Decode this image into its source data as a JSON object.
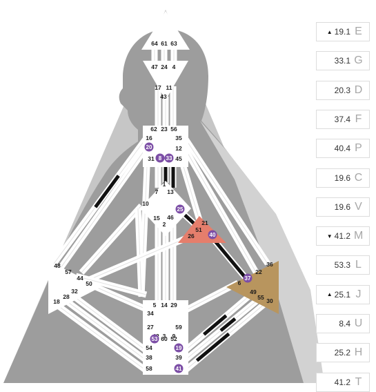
{
  "colors": {
    "silhouette": "#9d9d9d",
    "halo": "#c6c6c6",
    "channel": "#ffffff",
    "channel_defined": "#111111",
    "center_open": "#ffffff",
    "spleen_defined": "#b8955e",
    "solar_defined": "#b8955e",
    "ego_defined": "#e57e6c",
    "activated_gate": "#7c4ea6"
  },
  "gates": {
    "head": [
      "64",
      "61",
      "63"
    ],
    "ajna": [
      "47",
      "24",
      "4",
      "17",
      "11",
      "43"
    ],
    "throat": [
      "62",
      "23",
      "56",
      "16",
      "35",
      "20",
      "12",
      "31",
      "8",
      "33",
      "45"
    ],
    "g": [
      "1",
      "13",
      "7",
      "10",
      "25",
      "15",
      "46",
      "2"
    ],
    "ego": [
      "21",
      "51",
      "26",
      "40"
    ],
    "spleen": [
      "48",
      "57",
      "44",
      "50",
      "32",
      "28",
      "18"
    ],
    "sacral": [
      "5",
      "14",
      "29",
      "34",
      "27",
      "59",
      "42",
      "3",
      "9"
    ],
    "solar": [
      "36",
      "22",
      "37",
      "6",
      "49",
      "55",
      "30"
    ],
    "root": [
      "53",
      "60",
      "52",
      "54",
      "19",
      "38",
      "39",
      "58",
      "41"
    ]
  },
  "panel": {
    "rows": [
      {
        "arrow": "▲",
        "value": "19.1",
        "letter": "E"
      },
      {
        "arrow": "",
        "value": "33.1",
        "letter": "G"
      },
      {
        "arrow": "",
        "value": "20.3",
        "letter": "D"
      },
      {
        "arrow": "",
        "value": "37.4",
        "letter": "F"
      },
      {
        "arrow": "",
        "value": "40.4",
        "letter": "P"
      },
      {
        "arrow": "",
        "value": "19.6",
        "letter": "C"
      },
      {
        "arrow": "",
        "value": "19.6",
        "letter": "V"
      },
      {
        "arrow": "▼",
        "value": "41.2",
        "letter": "M"
      },
      {
        "arrow": "",
        "value": "53.3",
        "letter": "L"
      },
      {
        "arrow": "▲",
        "value": "25.1",
        "letter": "J"
      },
      {
        "arrow": "",
        "value": "8.4",
        "letter": "U"
      },
      {
        "arrow": "",
        "value": "25.2",
        "letter": "H"
      },
      {
        "arrow": "",
        "value": "41.2",
        "letter": "T"
      }
    ]
  }
}
